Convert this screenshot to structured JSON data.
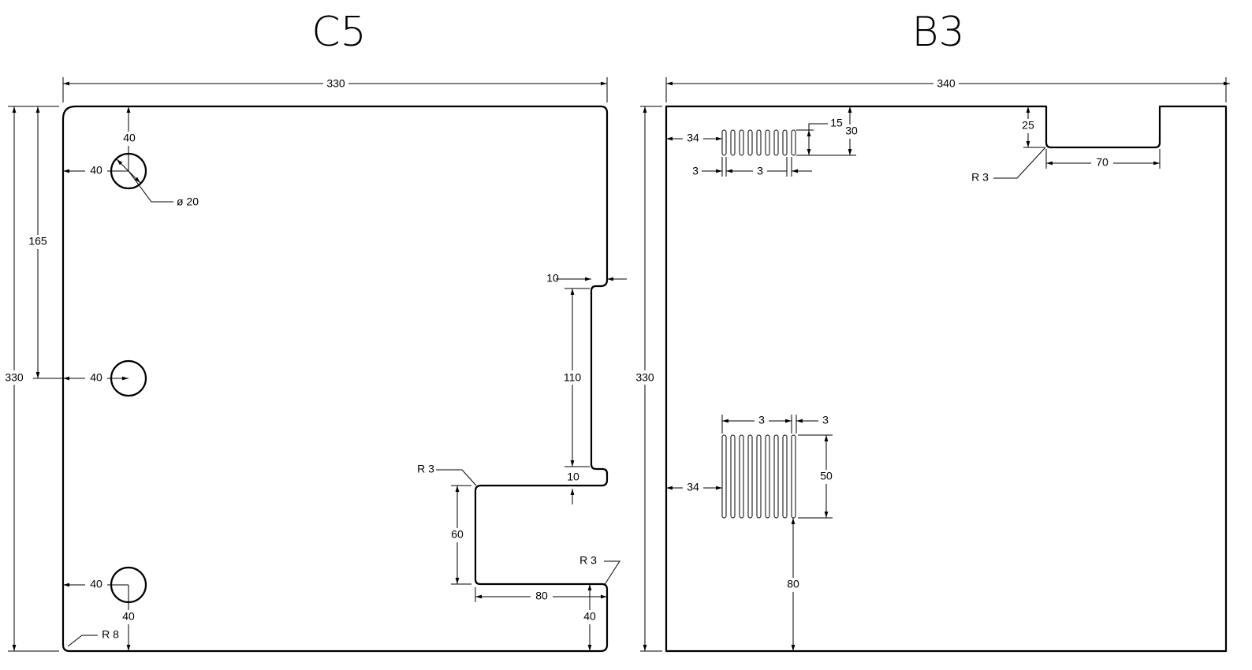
{
  "panels": [
    {
      "id": "c5",
      "title": "C5"
    },
    {
      "id": "b3",
      "title": "B3"
    }
  ],
  "c5": {
    "overall_width": "330",
    "overall_height": "330",
    "hole_top_from_top": "40",
    "hole_top_from_left": "40",
    "hole_diameter": "ø 20",
    "hole_mid_from_top": "165",
    "hole_mid_from_left": "40",
    "hole_bottom_from_left": "40",
    "hole_bottom_from_bottom": "40",
    "corner_radius": "R 8",
    "upper_notch_depth": "10",
    "slot_length": "110",
    "lower_notch_depth": "10",
    "cutout_radius_upper": "R 3",
    "cutout_height": "60",
    "cutout_width": "80",
    "cutout_radius_lower": "R 3",
    "cutout_bottom_offset": "40"
  },
  "b3": {
    "overall_width": "340",
    "overall_height": "330",
    "top_vents_from_left": "34",
    "top_vents_slot_width": "3",
    "top_vents_gap": "3",
    "top_vents_slot_height": "15",
    "top_vents_from_top": "30",
    "notch_depth": "25",
    "notch_width": "70",
    "notch_radius": "R 3",
    "lower_vents_slot_width": "3",
    "lower_vents_gap": "3",
    "lower_vents_from_left": "34",
    "lower_vents_height": "50",
    "lower_vents_from_bottom": "80"
  }
}
